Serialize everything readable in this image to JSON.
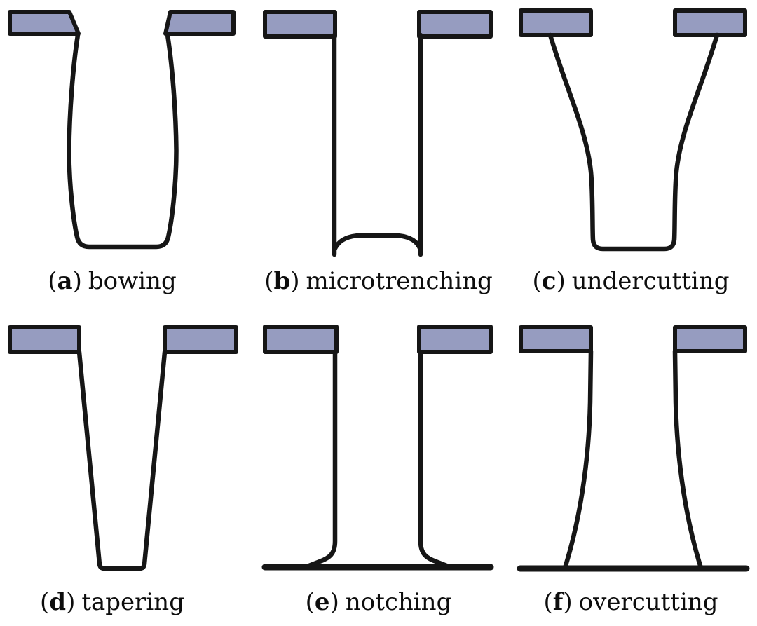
{
  "figure": {
    "background": "#ffffff",
    "colors": {
      "mask_fill": "#969cc0",
      "outline": "#161616",
      "caption_text": "#0d0d0d"
    },
    "punctuation": {
      "open": "(",
      "close": ")"
    },
    "panels": [
      {
        "letter": "a",
        "label": "bowing"
      },
      {
        "letter": "b",
        "label": "microtrenching"
      },
      {
        "letter": "c",
        "label": "undercutting"
      },
      {
        "letter": "d",
        "label": "tapering"
      },
      {
        "letter": "e",
        "label": "notching"
      },
      {
        "letter": "f",
        "label": "overcutting"
      }
    ]
  }
}
